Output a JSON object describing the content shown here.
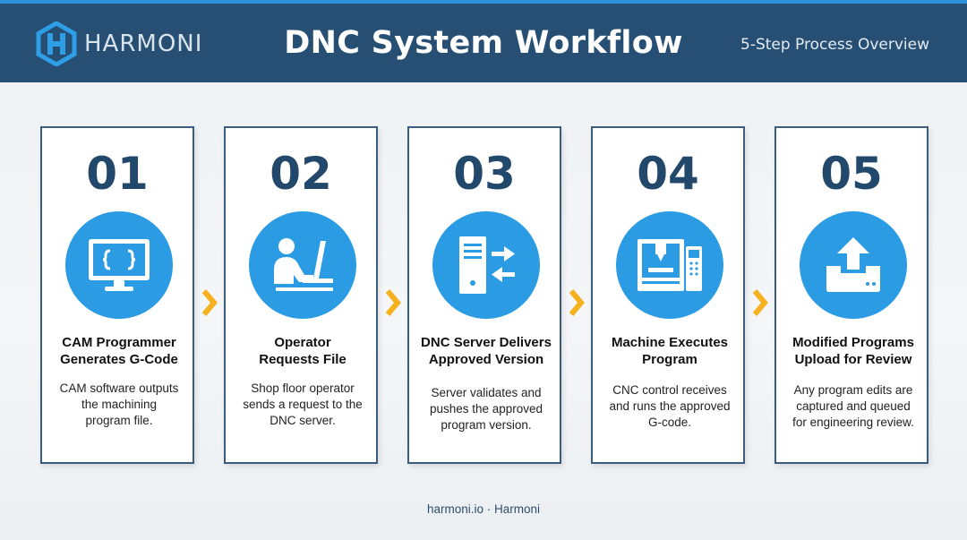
{
  "header": {
    "logo_text": "HARMONI",
    "title": "DNC System Workflow",
    "subtitle": "5-Step Process Overview"
  },
  "steps": [
    {
      "number": "01",
      "title": "CAM Programmer\nGenerates G-Code",
      "description": "CAM software outputs\nthe machining\nprogram file.",
      "icon": "monitor-code-icon"
    },
    {
      "number": "02",
      "title": "Operator\nRequests File",
      "description": "Shop floor operator\nsends a request to the\nDNC server.",
      "icon": "operator-workstation-icon"
    },
    {
      "number": "03",
      "title": "DNC Server Delivers\nApproved Version",
      "description": "Server validates and\npushes the approved\nprogram version.",
      "icon": "server-transfer-icon"
    },
    {
      "number": "04",
      "title": "Machine Executes\nProgram",
      "description": "CNC control receives\nand runs the approved\nG-code.",
      "icon": "cnc-machine-icon"
    },
    {
      "number": "05",
      "title": "Modified Programs\nUpload for Review",
      "description": "Any program edits are\ncaptured and queued\nfor engineering review.",
      "icon": "upload-icon"
    }
  ],
  "footer": {
    "text": "harmoni.io · Harmoni"
  },
  "colors": {
    "header_bg": "#274f73",
    "accent_line": "#2e8fdb",
    "icon_circle": "#2b9be3",
    "step_number": "#22486b",
    "arrow": "#f5b21e"
  }
}
